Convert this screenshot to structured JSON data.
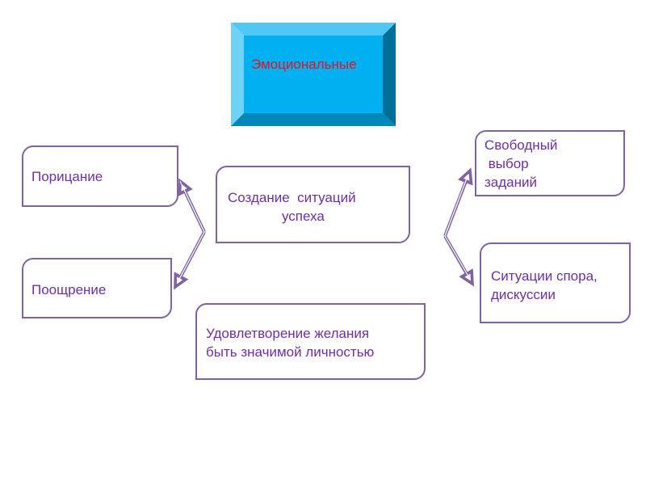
{
  "diagram": {
    "title_box": {
      "text": "Эмоциональные",
      "color": "#e8102a",
      "fill": "#00b0f0"
    },
    "boxes": [
      {
        "id": "poricanie",
        "text": "Порицание"
      },
      {
        "id": "pooshrenie",
        "text": "Поощрение"
      },
      {
        "id": "center",
        "line1": "Создание  ситуаций",
        "line2": "успеха"
      },
      {
        "id": "svobodny",
        "line1": "Свободный",
        "line2": " выбор",
        "line3": "заданий"
      },
      {
        "id": "spor",
        "line1": "Ситуации спора,",
        "line2": "дискуссии"
      },
      {
        "id": "udovl",
        "line1": "Удовлетворение желания",
        "line2": "быть значимой личностью"
      }
    ],
    "colors": {
      "box_border": "#8064a2",
      "text": "#7030a0",
      "arrow": "#8064a2"
    },
    "arrows": [
      {
        "from": "center",
        "to": "poricanie"
      },
      {
        "from": "center",
        "to": "pooshrenie"
      },
      {
        "from": "center",
        "to": "svobodny"
      },
      {
        "from": "center",
        "to": "spor"
      }
    ]
  }
}
